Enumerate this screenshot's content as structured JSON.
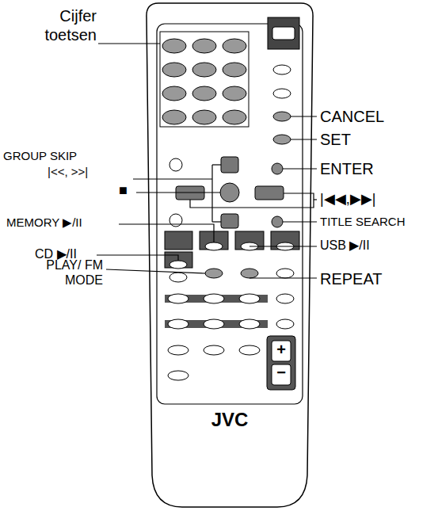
{
  "diagram": {
    "labels": [
      "Cijfer toetsen",
      "GROUP SKIP",
      "|<<, >>|",
      "■",
      "MEMORY ▶/II",
      "CD ▶/II",
      "PLAY/ FM MODE",
      "CANCEL",
      "SET",
      "ENTER",
      "|◀◀,▶▶|",
      "TITLE SEARCH",
      "USB ▶/II",
      "REPEAT",
      "JVC",
      "+",
      "−"
    ]
  }
}
